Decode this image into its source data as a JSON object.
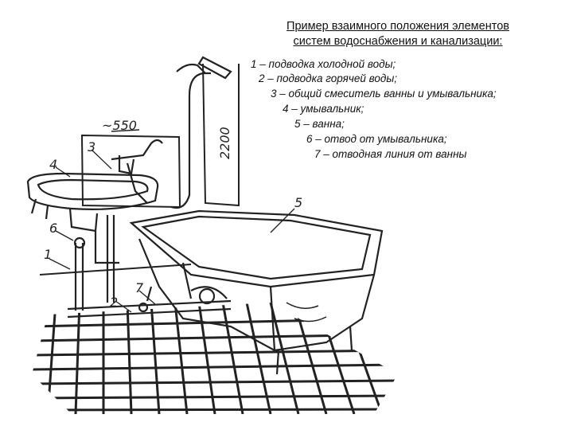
{
  "title": {
    "line1": "Пример  взаимного положения элементов",
    "line2": "систем водоснабжения и канализации",
    "line2_suffix": ":"
  },
  "legend": [
    "1 – подводка холодной воды;",
    "2 – подводка горячей воды;",
    "3 – общий смеситель ванны и умывальника;",
    "4 – умывальник;",
    "5 – ванна;",
    "6 – отвод от умывальника;",
    "7 – отводная линия от ванны"
  ],
  "drawing": {
    "dimension_sink_height": "~550",
    "dimension_shower_height": "2200",
    "callouts": [
      "1",
      "2",
      "3",
      "4",
      "5",
      "6",
      "7"
    ]
  }
}
